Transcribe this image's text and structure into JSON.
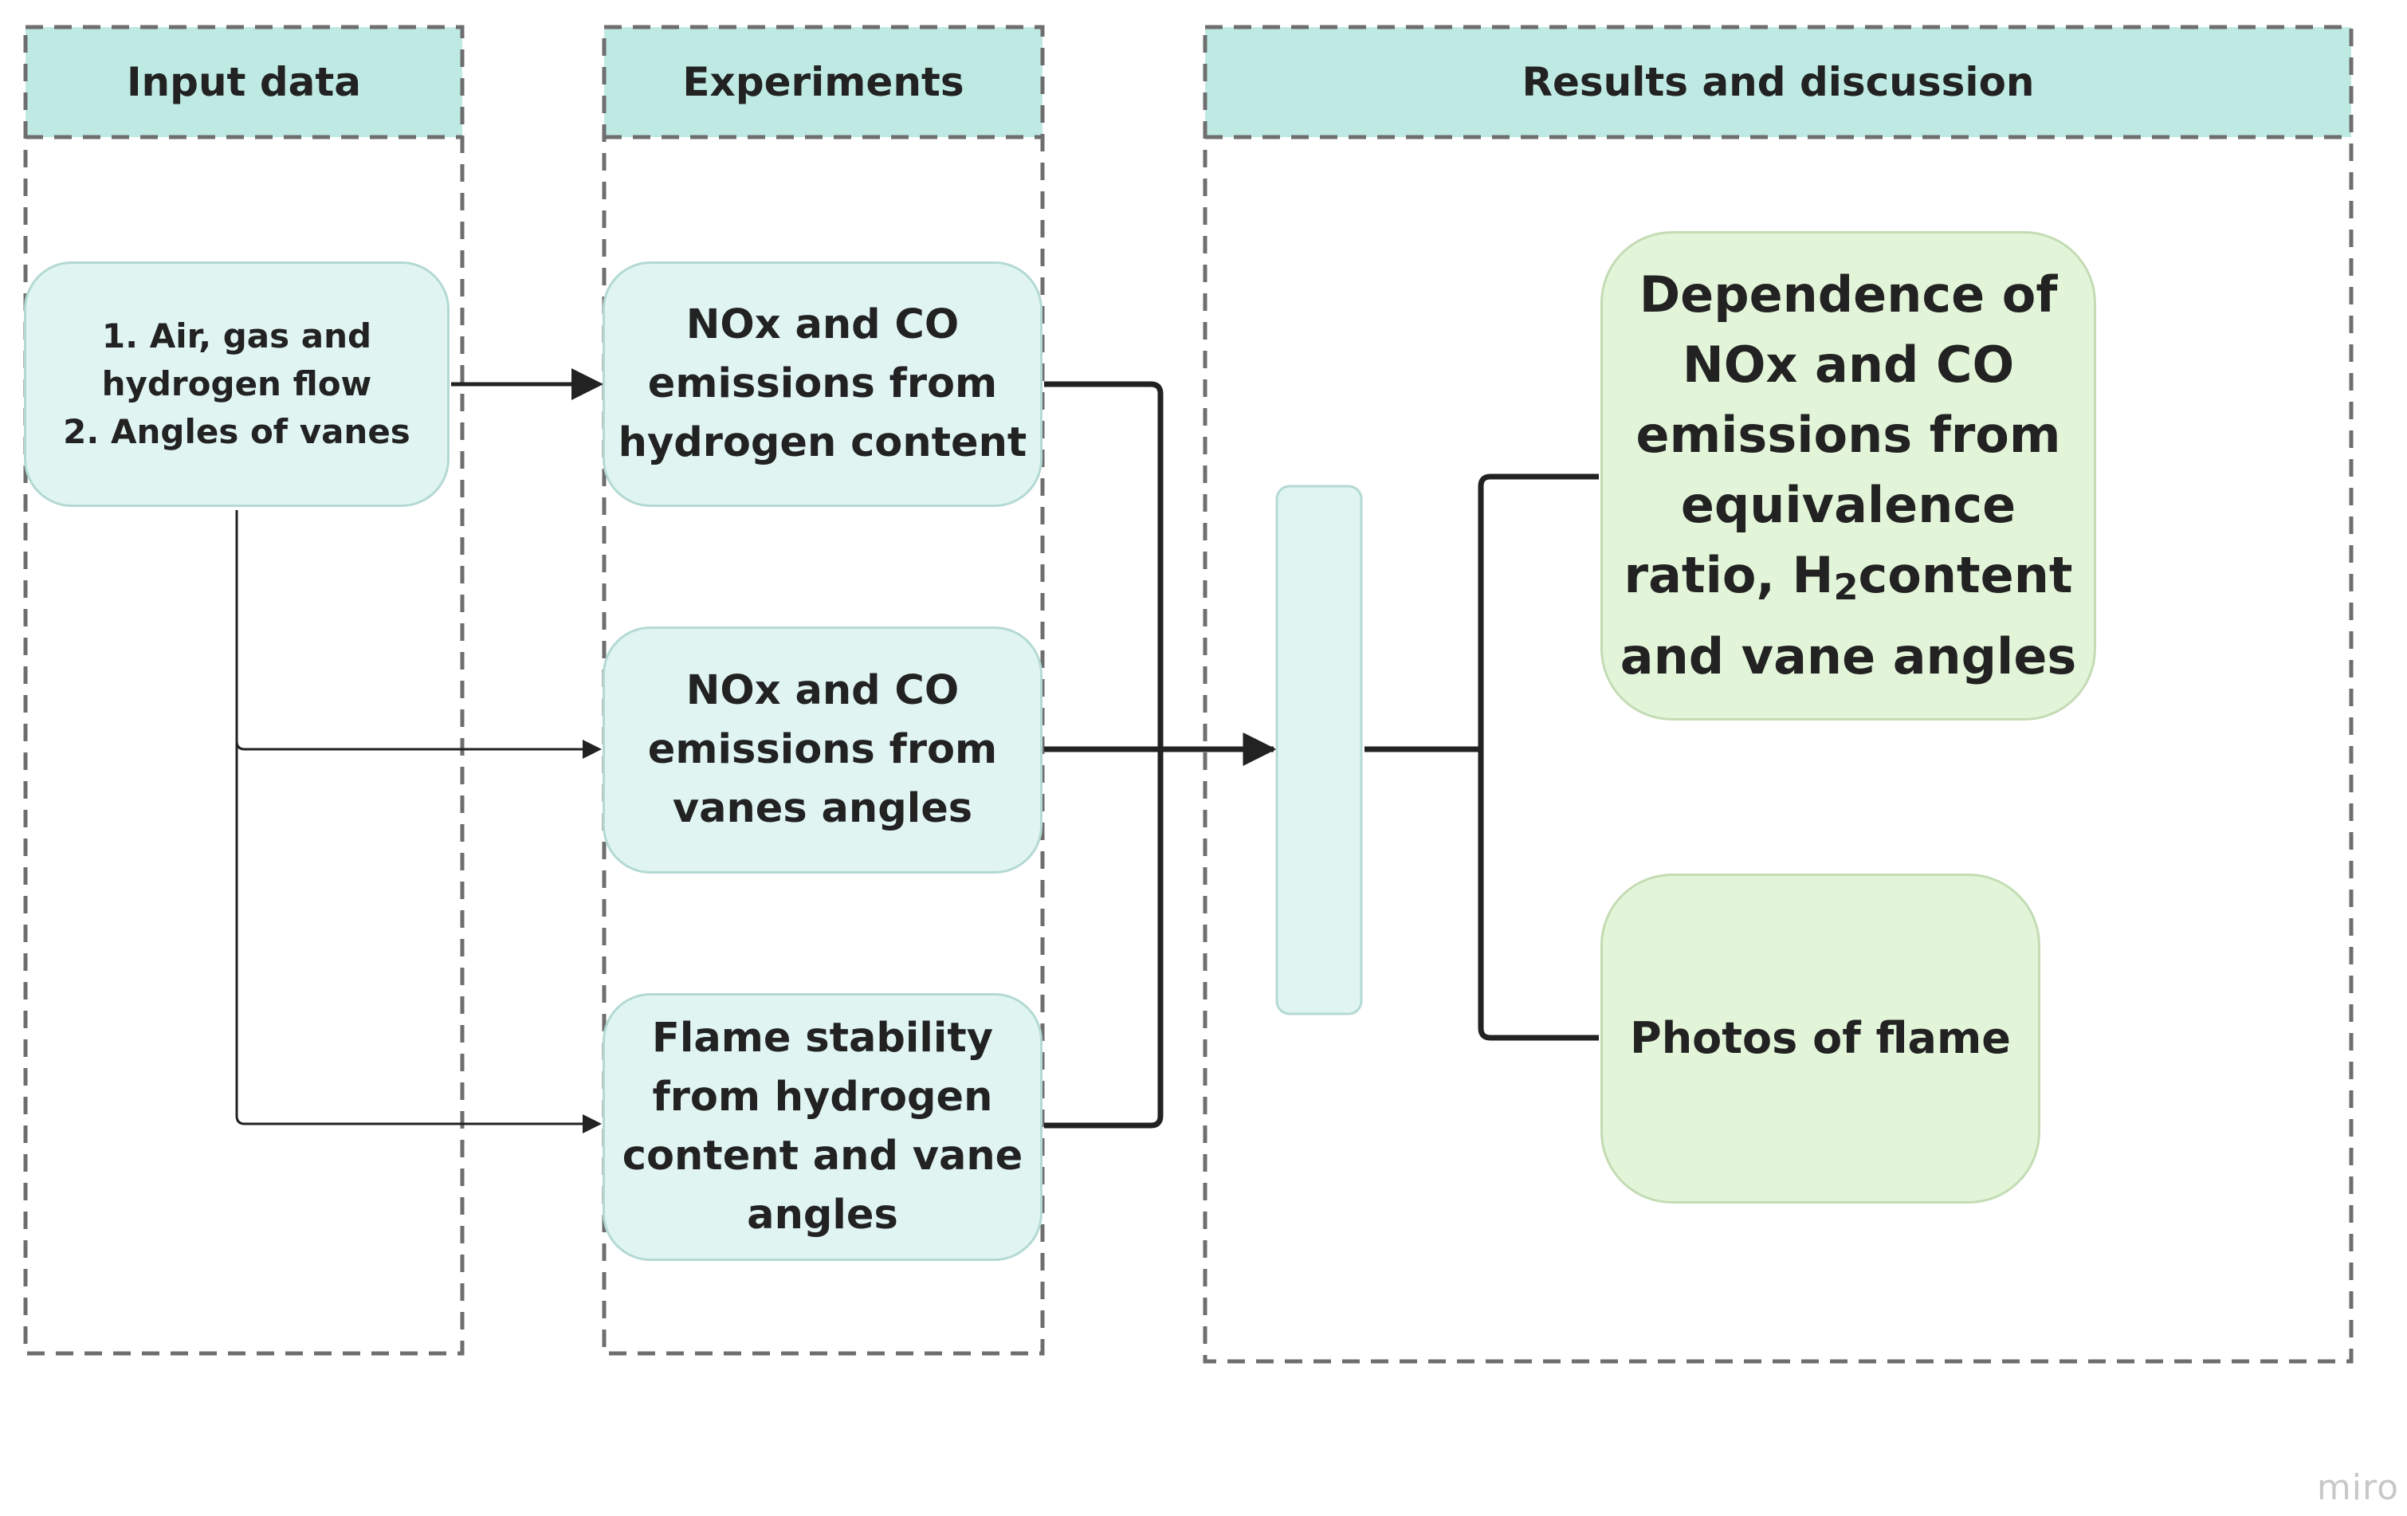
{
  "lanes": {
    "input": {
      "header": "Input data"
    },
    "experiments": {
      "header": "Experiments"
    },
    "results": {
      "header": "Results and discussion"
    }
  },
  "nodes": {
    "input_params": {
      "lines": [
        "1. Air, gas and",
        "hydrogen flow",
        "2. Angles of vanes"
      ]
    },
    "exp_hydrogen": {
      "lines": [
        "NOx and CO",
        "emissions from",
        "hydrogen content"
      ]
    },
    "exp_vanes": {
      "lines": [
        "NOx and CO",
        "emissions from",
        "vanes angles"
      ]
    },
    "exp_flame": {
      "lines": [
        "Flame stability",
        "from hydrogen",
        "content and vane",
        "angles"
      ]
    },
    "result_dependence": {
      "lines": [
        "Dependence of",
        "NOx and CO",
        "emissions from",
        "equivalence"
      ],
      "line5_before": "ratio, H",
      "line5_sub": "2",
      "line5_after": "content",
      "line6": "and vane angles"
    },
    "result_photos": {
      "label": "Photos of flame"
    }
  },
  "colors": {
    "header_fill": "#bfeae4",
    "node_teal": "#e0f5f2",
    "node_green": "#e3f5d9",
    "lane_border": "#6e6e6e",
    "connector": "#222222"
  },
  "watermark": "miro"
}
